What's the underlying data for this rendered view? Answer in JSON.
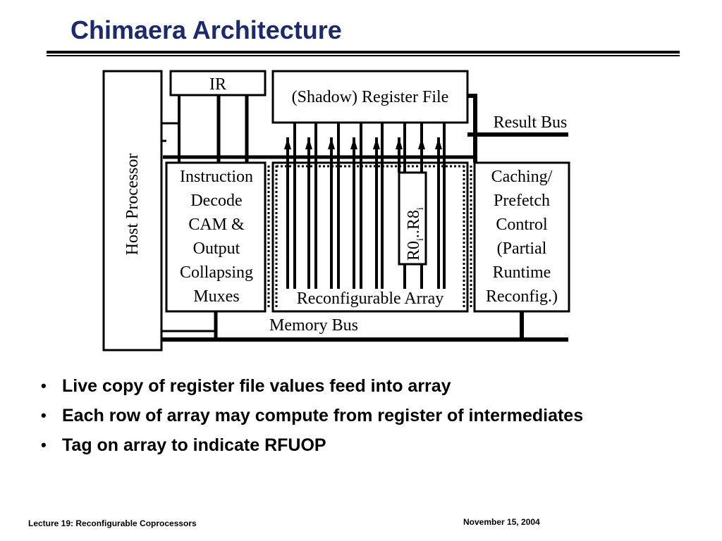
{
  "slide": {
    "title": "Chimaera Architecture"
  },
  "diagram": {
    "host_processor": "Host Processor",
    "ir": "IR",
    "register_file": "(Shadow) Register File",
    "result_bus": "Result Bus",
    "memory_bus": "Memory Bus",
    "instruction_decode": [
      "Instruction",
      "Decode",
      "CAM &",
      "Output",
      "Collapsing",
      "Muxes"
    ],
    "reconfigurable_array": "Reconfigurable Array",
    "registers_label": "R0",
    "registers_sub1": "i",
    "registers_mid": "..R8",
    "registers_sub2": "i",
    "caching_control": [
      "Caching/",
      "Prefetch",
      "Control",
      "(Partial",
      "Runtime",
      "Reconfig.)"
    ]
  },
  "bullets": [
    "Live copy of register file values feed into array",
    "Each row of array may compute from register of intermediates",
    "Tag on array to indicate RFUOP"
  ],
  "footer": {
    "left": "Lecture 19: Reconfigurable Coprocessors",
    "right": "November 15, 2004"
  }
}
